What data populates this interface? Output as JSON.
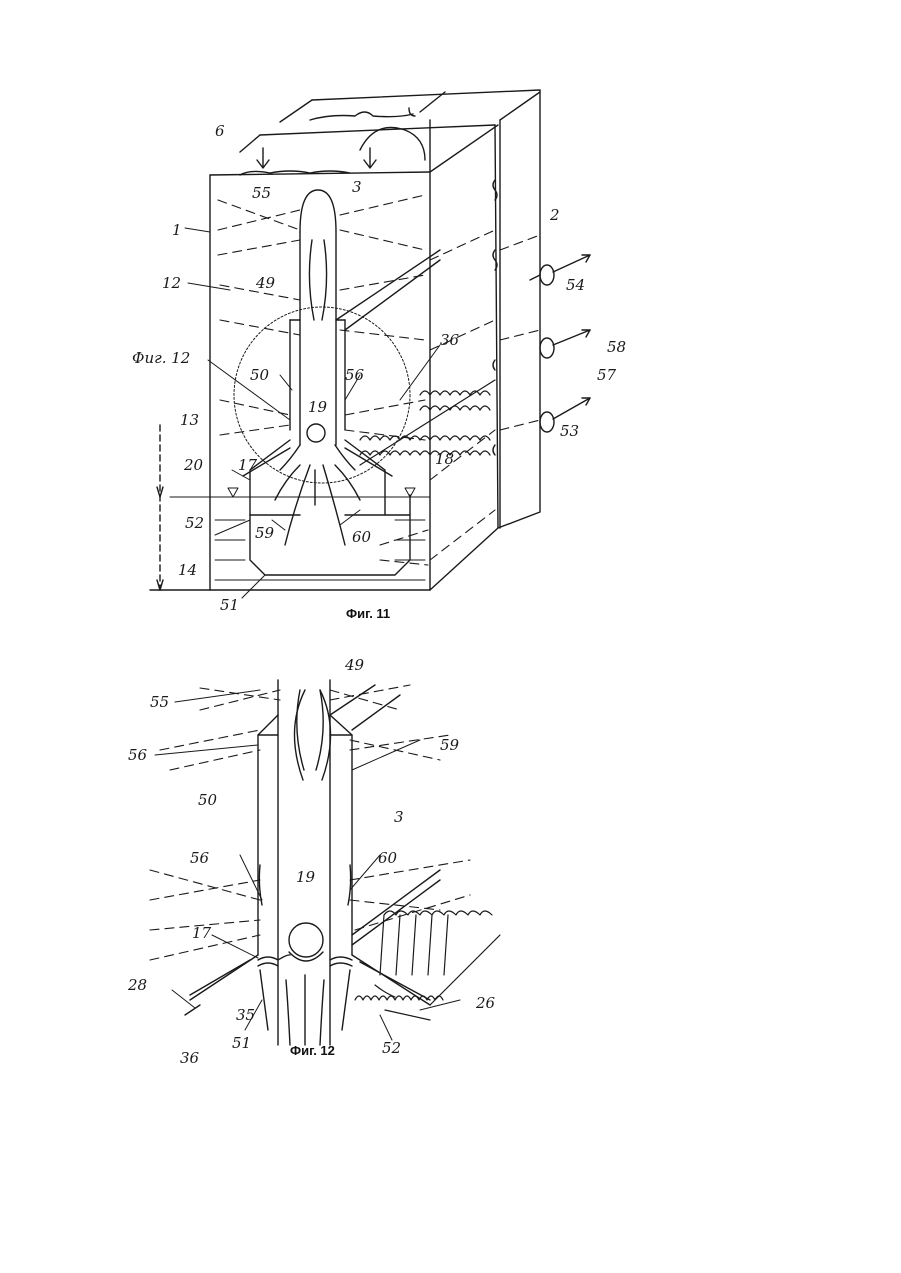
{
  "figure11": {
    "caption": "Фиг. 11",
    "labels": {
      "l6": "6",
      "l3": "3",
      "l55": "55",
      "l1": "1",
      "l2": "2",
      "l12": "12",
      "l49": "49",
      "l54": "54",
      "l58": "58",
      "lfig12": "Фиг. 12",
      "l36": "36",
      "l50": "50",
      "l56": "56",
      "l19": "19",
      "l57": "57",
      "l13": "13",
      "l53": "53",
      "l20": "20",
      "l17": "17",
      "l18": "18",
      "l52": "52",
      "l59": "59",
      "l60": "60",
      "l14": "14",
      "l51": "51"
    }
  },
  "figure12": {
    "caption": "Фиг. 12",
    "labels": {
      "l49": "49",
      "l55": "55",
      "l56a": "56",
      "l59": "59",
      "l50": "50",
      "l3": "3",
      "l56b": "56",
      "l60": "60",
      "l19": "19",
      "l17": "17",
      "l28": "28",
      "l26": "26",
      "l35": "35",
      "l36": "36",
      "l51": "51",
      "l52": "52"
    }
  },
  "colors": {
    "ink": "#1a1a1a",
    "paper": "#ffffff"
  }
}
